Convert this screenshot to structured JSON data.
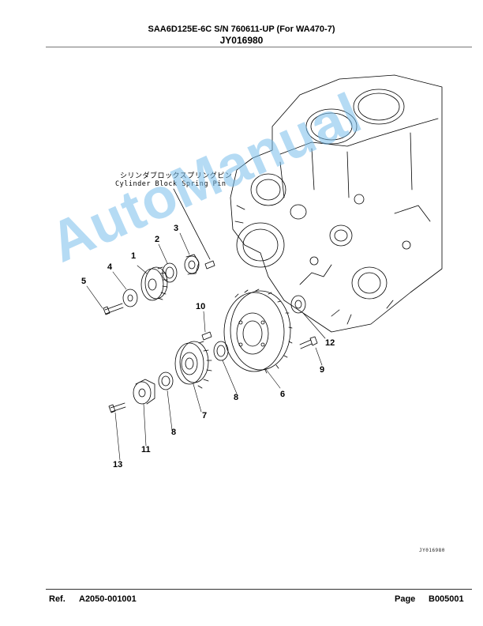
{
  "header": {
    "model_line": "SAA6D125E-6C S/N 760611-UP (For WA470-7)",
    "figure_code": "JY016980"
  },
  "annotation": {
    "japanese": "シリンダブロックスプリングピン",
    "english": "Cylinder Block Spring Pin"
  },
  "callouts": [
    "1",
    "2",
    "3",
    "4",
    "5",
    "6",
    "7",
    "8",
    "8",
    "9",
    "10",
    "11",
    "12",
    "13"
  ],
  "drawing_id": "JY016980",
  "watermark": "AutoManual",
  "footer": {
    "ref_label": "Ref.",
    "ref_value": "A2050-001001",
    "page_label": "Page",
    "page_value": "B005001"
  },
  "colors": {
    "line": "#000000",
    "watermark": "#78bee8"
  }
}
